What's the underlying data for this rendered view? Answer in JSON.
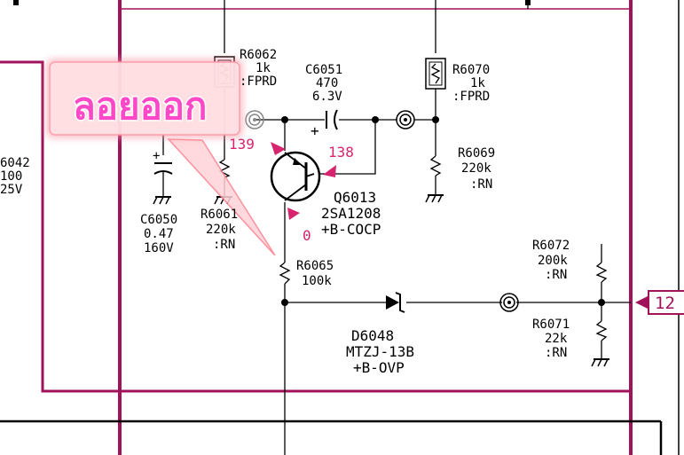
{
  "callout": {
    "text": "ลอยออก"
  },
  "left_partial": {
    "line1": "6042",
    "line2": "100",
    "line3": "25V"
  },
  "connector": {
    "label": "12"
  },
  "components": {
    "r6062": {
      "ref": "R6062",
      "value": "1k",
      "note": ":FPRD"
    },
    "c6051": {
      "ref": "C6051",
      "value": "470",
      "rating": "6.3V"
    },
    "r6070": {
      "ref": "R6070",
      "value": "1k",
      "note": ":FPRD"
    },
    "r6069": {
      "ref": "R6069",
      "value": "220k",
      "note": ":RN"
    },
    "c6050": {
      "ref": "C6050",
      "value": "0.47",
      "rating": "160V"
    },
    "r6061": {
      "ref": "R6061",
      "value": "220k",
      "note": ":RN"
    },
    "q6013": {
      "ref": "Q6013",
      "part": "2SA1208",
      "note": "+B-COCP"
    },
    "r6065": {
      "ref": "R6065",
      "value": "100k"
    },
    "r6072": {
      "ref": "R6072",
      "value": "200k",
      "note": ":RN"
    },
    "r6071": {
      "ref": "R6071",
      "value": "22k",
      "note": ":RN"
    },
    "d6048": {
      "ref": "D6048",
      "part": "MTZJ-13B",
      "note": "+B-OVP"
    }
  },
  "voltages": {
    "base": "139",
    "emitter": "138",
    "collector": "0"
  },
  "colors": {
    "bus": "#a0125a",
    "callout_text": "#ff48c8",
    "callout_fill": "#ffd8dc",
    "voltage": "#d6246e"
  },
  "icons": {
    "capacitor_polar": "capacitor-icon",
    "resistor": "resistor-icon",
    "fuse_resistor": "fuse-resistor-icon",
    "transistor_pnp": "pnp-transistor-icon",
    "zener": "zener-diode-icon",
    "ground": "ground-icon",
    "test_point": "test-point-icon"
  }
}
